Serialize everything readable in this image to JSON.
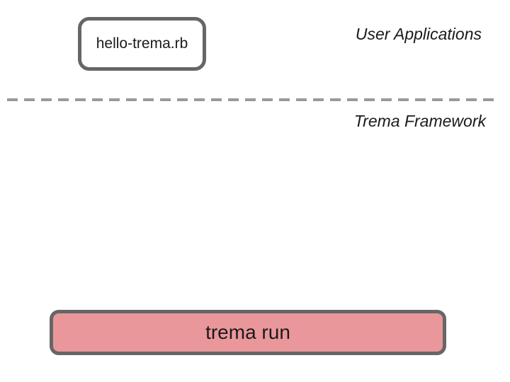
{
  "diagram": {
    "layers": {
      "upper_label": "User Applications",
      "lower_label": "Trema Framework"
    },
    "nodes": {
      "app_file_label": "hello-trema.rb",
      "command_label": "trema run"
    },
    "colors": {
      "border_gray": "#666666",
      "dash_gray": "#999999",
      "command_fill": "#ea979b",
      "node_fill": "#ffffff",
      "text_color": "#1a1a1a"
    }
  }
}
